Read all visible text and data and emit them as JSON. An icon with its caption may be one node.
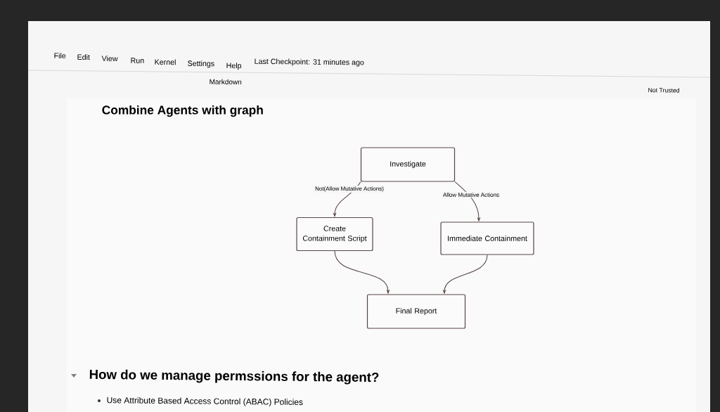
{
  "diagram": {
    "title": "Combine Agents with graph",
    "nodes": [
      {
        "text": [
          "Investigate"
        ]
      },
      {
        "text": [
          "Create Containment Script"
        ]
      },
      {
        "text": [
          "Immediate Containment"
        ]
      },
      {
        "text": [
          "Final Report"
        ]
      }
    ],
    "edges": [
      {
        "from": 0,
        "to": 1,
        "arrow": "to",
        "label": "Not(Allow Mutative Actions)"
      },
      {
        "from": 0,
        "to": 2,
        "arrow": "to",
        "label": "Allow Mutative Actions"
      },
      {
        "from": 1,
        "to": 3,
        "arrow": "to"
      },
      {
        "from": 2,
        "to": 3,
        "arrow": "to"
      }
    ],
    "labels": [
      "Last Checkpoint: 31 minutes ago",
      "File",
      "Edit",
      "View",
      "Run",
      "Kernel",
      "Settings",
      "Help",
      "Markdown",
      "Not Trusted",
      "How do we manage permssions for the agent?",
      "Use Attribute Based Access Control (ABAC) Policies"
    ]
  }
}
